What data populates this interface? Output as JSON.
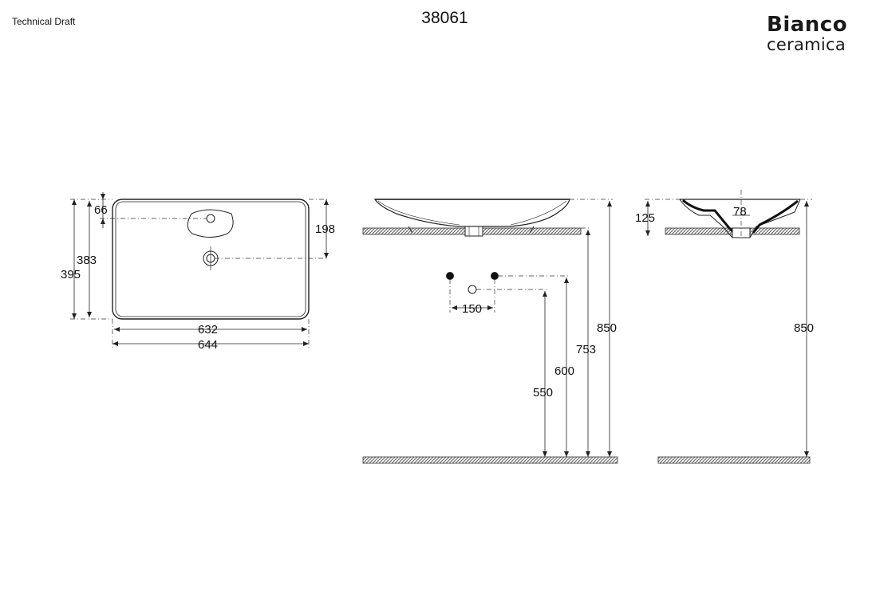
{
  "header": {
    "label": "Technical Draft",
    "model_code": "38061"
  },
  "logo": {
    "line1": "Bianco",
    "line2": "ceramica"
  },
  "dimensions": {
    "top_view": {
      "tap_hole_offset": "66",
      "drain_offset": "198",
      "inner_depth": "383",
      "outer_depth": "395",
      "inner_width": "632",
      "outer_width": "644"
    },
    "front_view": {
      "fixing_spacing": "150",
      "height_550": "550",
      "height_600": "600",
      "height_753": "753",
      "height_850": "850"
    },
    "side_view": {
      "basin_height": "125",
      "drain_width": "78",
      "height_850": "850"
    }
  },
  "colors": {
    "line": "#222222",
    "dash": "#333333",
    "hatch": "#555555"
  }
}
